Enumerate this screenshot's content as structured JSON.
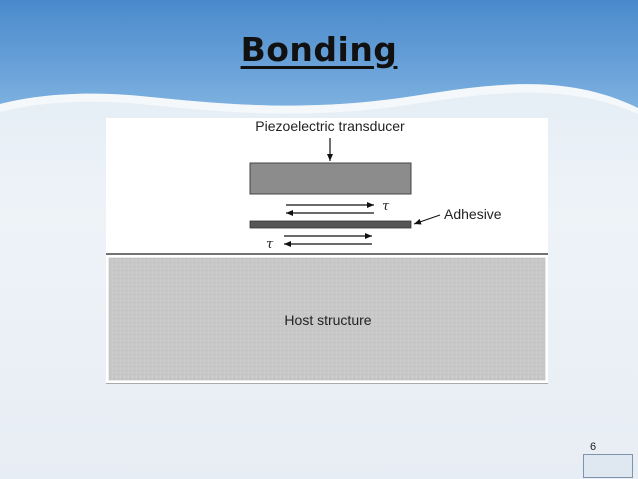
{
  "slide": {
    "title": "Bonding",
    "page_number": "6"
  },
  "diagram": {
    "labels": {
      "transducer": "Piezoelectric transducer",
      "adhesive": "Adhesive",
      "host": "Host structure",
      "shear_top": "τ",
      "shear_bottom": "τ"
    },
    "colors": {
      "transducer_fill": "#8c8c8c",
      "adhesive_fill": "#555555",
      "host_fill": "#c6c6c6",
      "arrow": "#111111"
    }
  }
}
